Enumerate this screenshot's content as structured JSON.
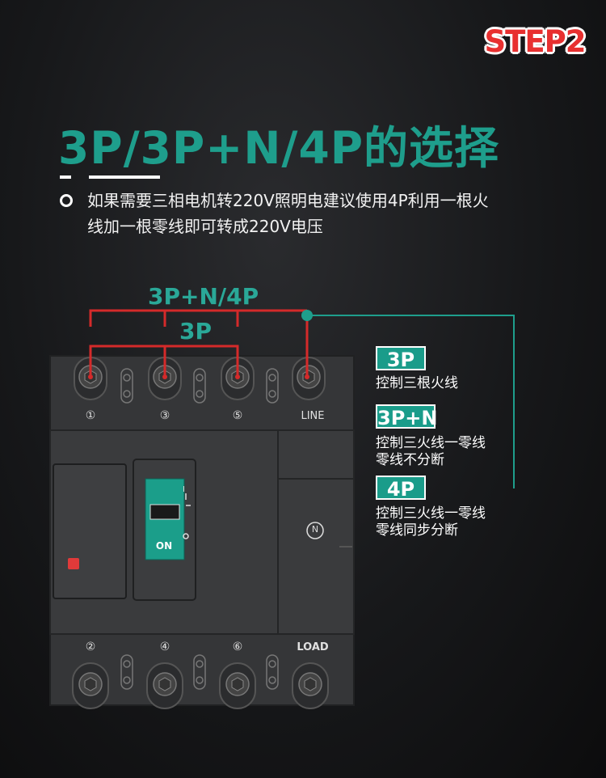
{
  "badge": "STEP2",
  "headline": "3P/3P+N/4P的选择",
  "description": {
    "line1": "如果需要三相电机转220V照明电建议使用4P利用一根火",
    "line2": "线加一根零线即可转成220V电压"
  },
  "diagram": {
    "label_outer": "3P+N/4P",
    "label_inner": "3P",
    "top_terminals": [
      "①",
      "③",
      "⑤",
      "LINE"
    ],
    "bottom_terminals": [
      "②",
      "④",
      "⑥",
      "LOAD"
    ],
    "handle_text": "ON",
    "neutral_mark": "N",
    "switch_on_mark": "I",
    "switch_off_mark": "O"
  },
  "options": [
    {
      "tag": "3P",
      "desc": [
        "控制三根火线"
      ]
    },
    {
      "tag": "3P+N",
      "desc": [
        "控制三火线一零线",
        "零线不分断"
      ]
    },
    {
      "tag": "4P",
      "desc": [
        "控制三火线一零线",
        "零线同步分断"
      ]
    }
  ],
  "colors": {
    "accent_teal": "#1e9e8c",
    "wire_red": "#d42a2a",
    "badge_red": "#e83030",
    "indicator_red": "#e03a3a"
  }
}
